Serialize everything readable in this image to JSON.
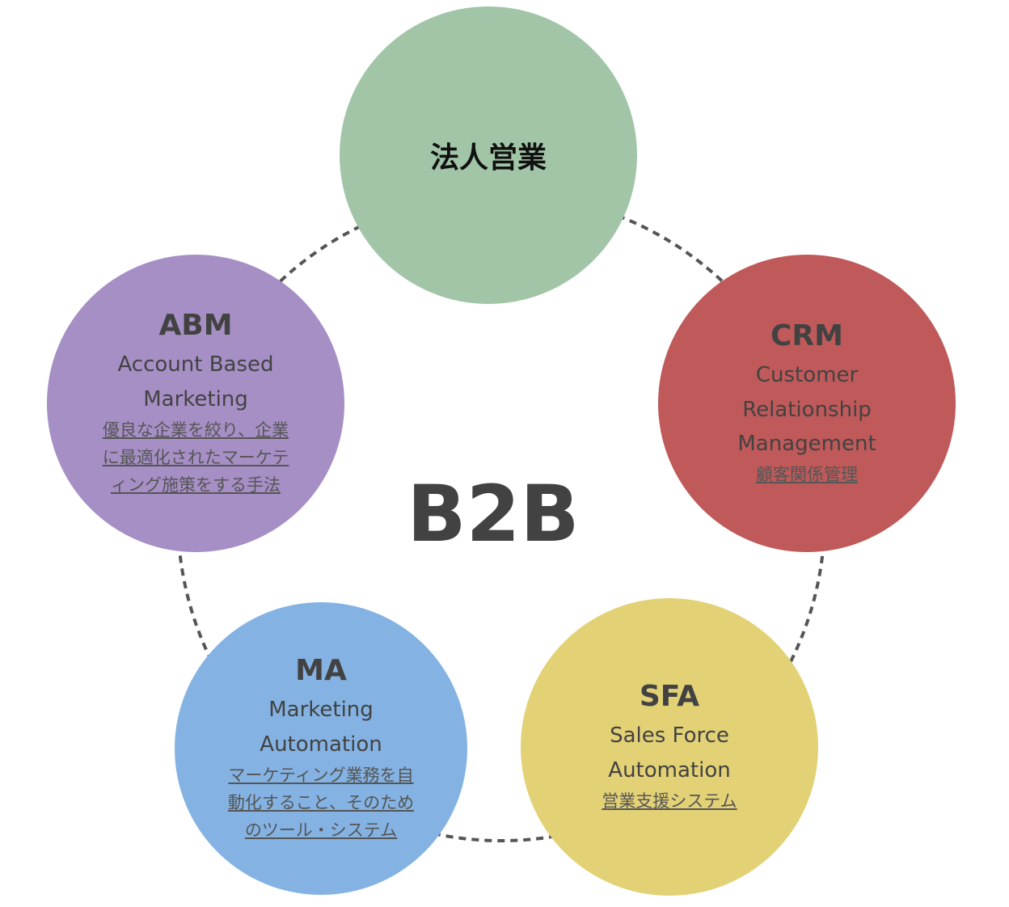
{
  "center_label": "B2B",
  "nodes": {
    "top": {
      "label": "法人営業",
      "color": "#a2c5a8"
    },
    "crm": {
      "abbr": "CRM",
      "full": [
        "Customer",
        "Relationship",
        "Management"
      ],
      "desc": [
        "顧客関係管理"
      ],
      "color": "#c05959"
    },
    "sfa": {
      "abbr": "SFA",
      "full": [
        "Sales Force",
        "Automation"
      ],
      "desc": [
        "営業支援システム"
      ],
      "color": "#e3d176"
    },
    "ma": {
      "abbr": "MA",
      "full": [
        "Marketing",
        "Automation"
      ],
      "desc": [
        "マーケティング業務を自",
        "動化すること、そのため",
        "のツール・システム"
      ],
      "color": "#84b3e3"
    },
    "abm": {
      "abbr": "ABM",
      "full": [
        "Account Based",
        "Marketing"
      ],
      "desc": [
        "優良な企業を絞り、企業",
        "に最適化されたマーケテ",
        "ィング施策をする手法"
      ],
      "color": "#a68fc5"
    }
  }
}
